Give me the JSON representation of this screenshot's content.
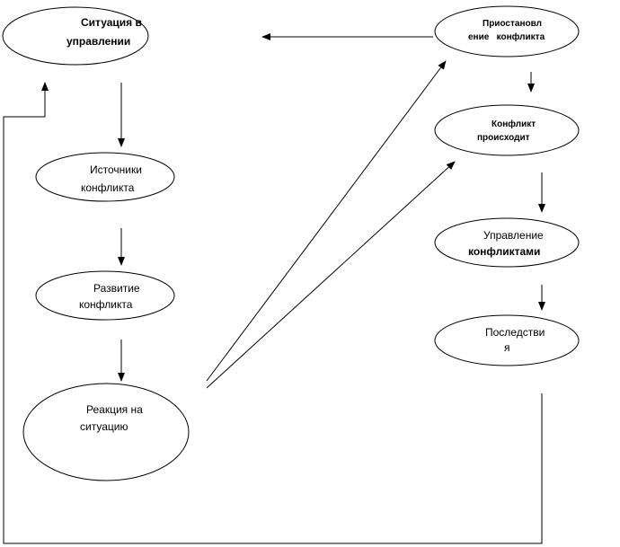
{
  "nodes": {
    "situation": {
      "line1": "Ситуация в",
      "line2": "управлении"
    },
    "sources": {
      "line1": "Источники",
      "line2": "конфликта"
    },
    "development": {
      "line1": "Развитие",
      "line2": "конфликта"
    },
    "reaction": {
      "line1": "Реакция на",
      "line2": "ситуацию"
    },
    "suspension": {
      "line1": "Приостановл",
      "line2": "ение   конфликта"
    },
    "occurs": {
      "line1": "Конфликт",
      "line2": "происходит"
    },
    "management": {
      "line1": "Управление",
      "line2": "конфликтами"
    },
    "consequences": {
      "line1": "Последстви",
      "line2": "я"
    }
  },
  "colors": {
    "stroke": "#000000",
    "background": "#ffffff",
    "text": "#000000"
  }
}
